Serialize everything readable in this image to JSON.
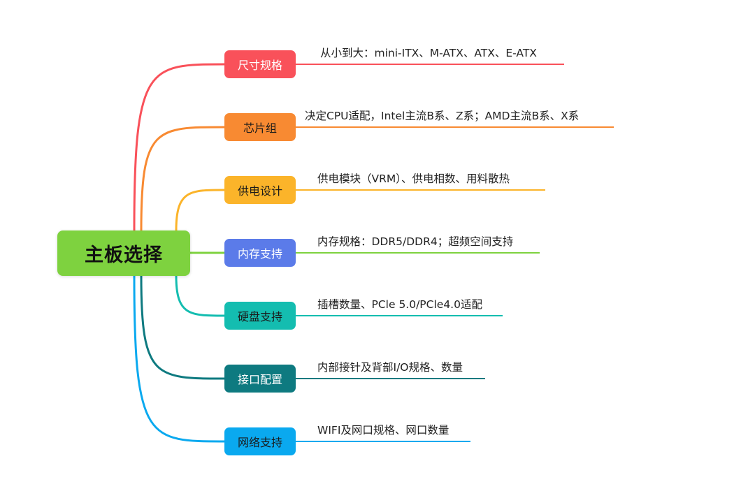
{
  "root": {
    "label": "主板选择",
    "color": "#7ed23f"
  },
  "branches": [
    {
      "label": "尺寸规格",
      "desc": "从小到大：mini-ITX、M-ATX、ATX、E-ATX",
      "color": "#f9515a",
      "text_color": "#ffffff"
    },
    {
      "label": "芯片组",
      "desc": "决定CPU适配，Intel主流B系、Z系；AMD主流B系、X系",
      "color": "#f88a32",
      "text_color": "#1a1a1a"
    },
    {
      "label": "供电设计",
      "desc": "供电模块（VRM）、供电相数、用料散热",
      "color": "#fbb42a",
      "text_color": "#1a1a1a"
    },
    {
      "label": "内存支持",
      "desc": "内存规格：DDR5/DDR4；超频空间支持",
      "color": "#5b7be9",
      "text_color": "#ffffff"
    },
    {
      "label": "硬盘支持",
      "desc": "插槽数量、PCle 5.0/PCle4.0适配",
      "color": "#14bdb0",
      "text_color": "#1a1a1a"
    },
    {
      "label": "接口配置",
      "desc": "内部接针及背部I/O规格、数量",
      "color": "#0e7a80",
      "text_color": "#ffffff"
    },
    {
      "label": "网络支持",
      "desc": "WIFI及网口规格、网口数量",
      "color": "#0aa9ef",
      "text_color": "#1a1a1a"
    }
  ]
}
